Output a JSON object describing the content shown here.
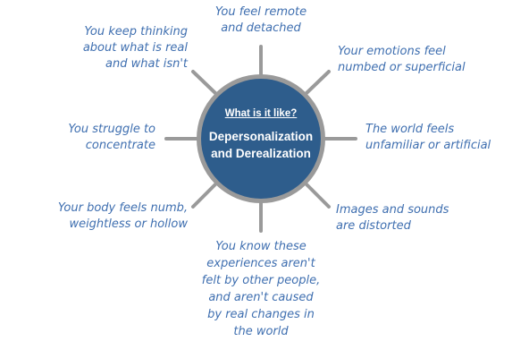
{
  "center": {
    "heading": "What is it like?",
    "title_line1": "Depersonalization",
    "title_line2": "and Derealization"
  },
  "items": [
    {
      "line1": "You feel remote",
      "line2": "and detached"
    },
    {
      "line1": "Your emotions feel",
      "line2": "numbed or superficial"
    },
    {
      "line1": "The world feels",
      "line2": "unfamiliar or artificial"
    },
    {
      "line1": "Images and sounds",
      "line2": "are distorted"
    },
    {
      "line1": "You know these",
      "line2": "experiences aren't",
      "line3": "felt by other people,",
      "line4": "and aren't caused",
      "line5": "by real changes in",
      "line6": "the world"
    },
    {
      "line1": "Your body feels numb,",
      "line2": "weightless or hollow"
    },
    {
      "line1": "You struggle to",
      "line2": "concentrate"
    },
    {
      "line1": "You keep thinking",
      "line2": "about what is real",
      "line3": "and what isn't"
    }
  ],
  "colors": {
    "hub_fill": "#2e5d8c",
    "hub_border": "#9a9a9a",
    "spoke": "#9a9a9a",
    "text": "#3f6fb0"
  }
}
